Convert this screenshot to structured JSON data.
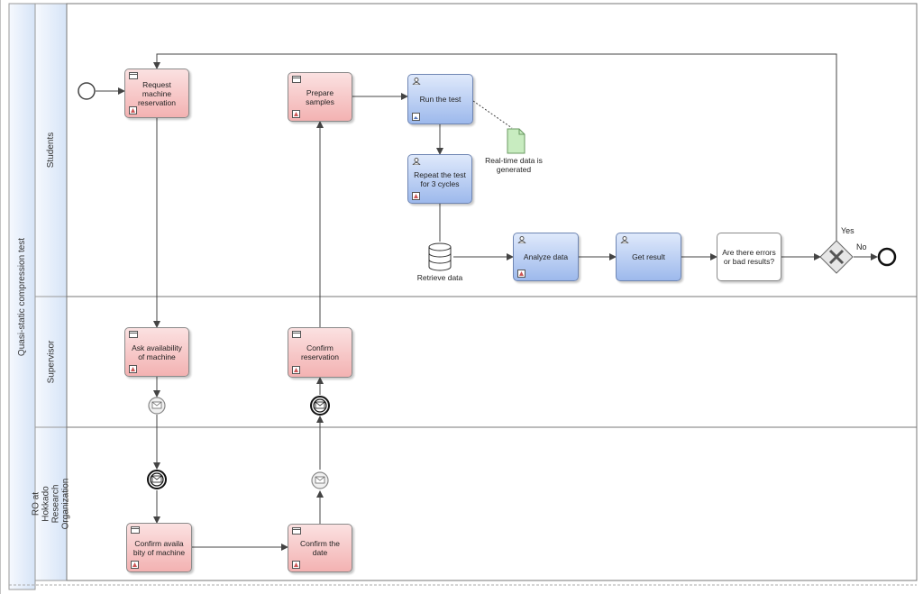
{
  "pool": {
    "label": "Quasi-static compression test"
  },
  "lanes": [
    {
      "id": "students",
      "label": "Students"
    },
    {
      "id": "supervisor",
      "label": "Supervisor"
    },
    {
      "id": "ro",
      "label": "RO at Hokkado Research Organization"
    }
  ],
  "tasks": {
    "request_reservation": "Request machine reservation",
    "prepare_samples": "Prepare samples",
    "run_test": "Run the test",
    "repeat_test": "Repeat the test for 3 cycles",
    "analyze_data": "Analyze data",
    "get_result": "Get result",
    "errors_question": "Are there errors or bad results?",
    "ask_availability": "Ask availability of machine",
    "confirm_reservation": "Confirm reservation",
    "confirm_availability": "Confirm availa bity of machine",
    "confirm_date": "Confirm the date"
  },
  "data_object": {
    "label": "Real-time data is generated"
  },
  "data_store": {
    "label": "Retrieve data"
  },
  "gateway": {
    "yes_label": "Yes",
    "no_label": "No"
  },
  "colors": {
    "task_red": "#f3b2b2",
    "task_blue": "#9db9ec",
    "lane_header": "#dce8f8",
    "lines": "#444444"
  }
}
